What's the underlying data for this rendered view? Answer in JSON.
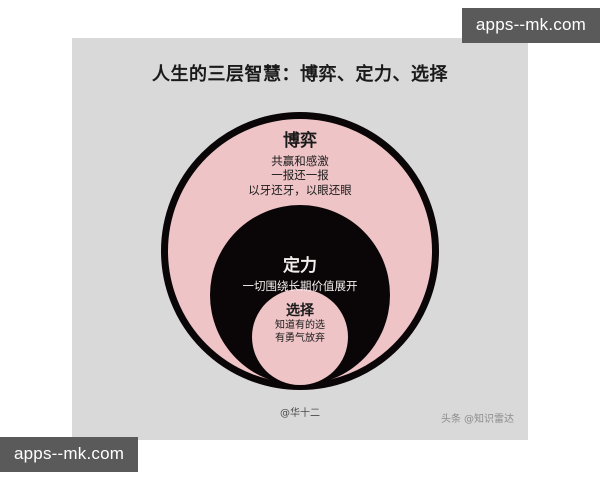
{
  "page": {
    "background_color": "#ffffff",
    "panel_color": "#d9d9d9"
  },
  "colors": {
    "pink": "#eec4c6",
    "black": "#0a0506",
    "panel_gray": "#d9d9d9",
    "watermark_gray": "#5a5a5a"
  },
  "title": "人生的三层智慧：博弈、定力、选择",
  "layers": {
    "outer": {
      "heading": "博弈",
      "lines": [
        "共赢和感激",
        "一报还一报",
        "以牙还牙，以眼还眼"
      ]
    },
    "middle": {
      "heading": "定力",
      "lines": [
        "一切围绕长期价值展开"
      ]
    },
    "inner": {
      "heading": "选择",
      "lines": [
        "知道有的选",
        "有勇气放弃"
      ]
    }
  },
  "credit": "@华十二",
  "source_watermark": {
    "platform": "头条",
    "account": "@知识雷达"
  },
  "watermarks": {
    "top_right": "apps--mk.com",
    "bottom_left": "apps--mk.com"
  }
}
